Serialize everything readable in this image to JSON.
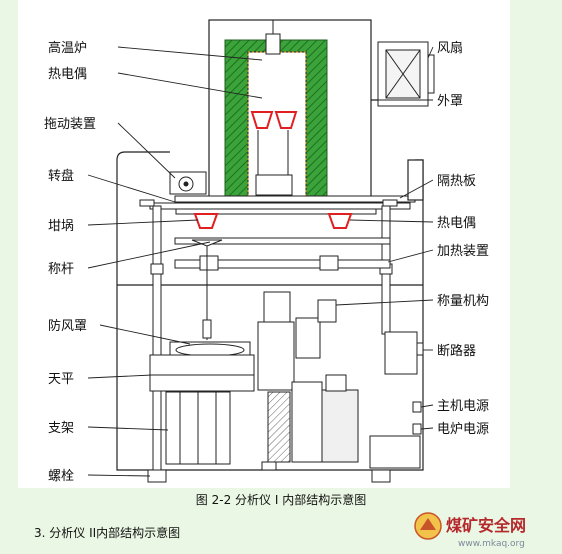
{
  "figure": {
    "caption": "图 2-2 分析仪 I 内部结构示意图",
    "left_labels": [
      "高温炉",
      "热电偶",
      "拖动装置",
      "转盘",
      "坩埚",
      "称杆",
      "防风罩",
      "天平",
      "支架",
      "螺栓"
    ],
    "right_labels": [
      "风扇",
      "外罩",
      "隔热板",
      "热电偶",
      "加热装置",
      "称量机构",
      "断路器",
      "主机电源",
      "电炉电源"
    ]
  },
  "section_heading": "3. 分析仪 II内部结构示意图",
  "watermark": {
    "brand": "煤矿安全网",
    "url": "www.mkaq.org"
  },
  "colors": {
    "background": "#eaf7e4",
    "panel": "#ffffff",
    "insulation": "#2f9a2f",
    "crucible": "#e02020",
    "watermark": "#b5282c"
  }
}
